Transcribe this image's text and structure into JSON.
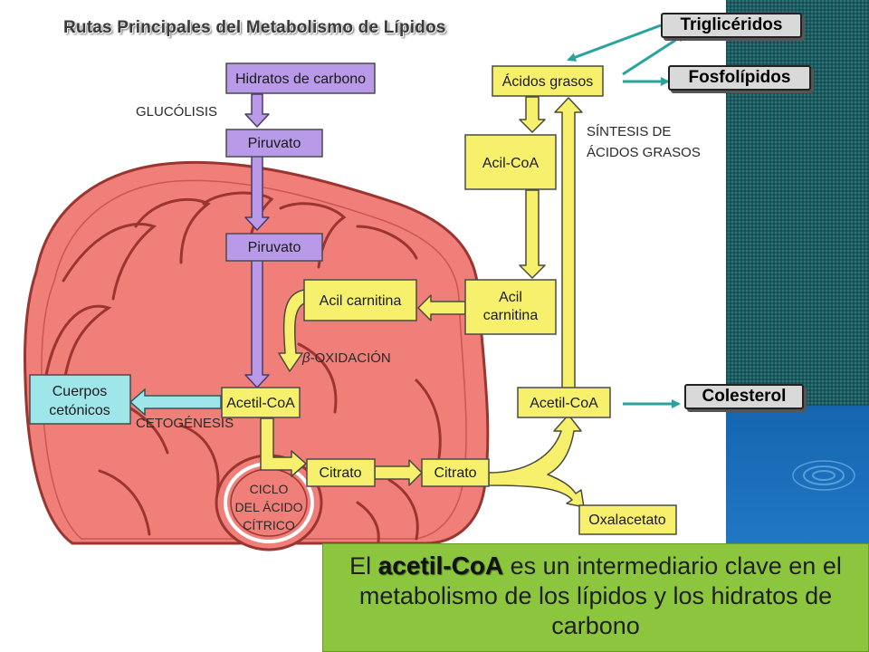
{
  "page_title": "Rutas Principales del Metabolismo de Lípidos",
  "nodes": {
    "hidratos": "Hidratos de carbono",
    "piruvato_1": "Piruvato",
    "piruvato_2": "Piruvato",
    "acidos_grasos": "Ácidos grasos",
    "acil_coa": "Acil-CoA",
    "acil_carnitina_in_l1": "Acil carnitina",
    "acil_carnitina_out_l1": "Acil",
    "acil_carnitina_out_l2": "carnitina",
    "acetil_coa_mito": "Acetil-CoA",
    "acetil_coa_cyto": "Acetil-CoA",
    "cuerpos_l1": "Cuerpos",
    "cuerpos_l2": "cetónicos",
    "citrato_mito": "Citrato",
    "citrato_cyto": "Citrato",
    "oxalacetato": "Oxalacetato"
  },
  "labels": {
    "glucolisis": "GLUCÓLISIS",
    "sintesis_l1": "SÍNTESIS DE",
    "sintesis_l2": "ÁCIDOS GRASOS",
    "beta_symbol": "β",
    "beta_text": "-OXIDACIÓN",
    "cetogenesis": "CETOGÉNESIS",
    "ciclo_l1": "CICLO",
    "ciclo_l2": "DEL ÁCIDO",
    "ciclo_l3": "CÍTRICO"
  },
  "badges": {
    "trigliceridos": "Triglicéridos",
    "fosfolipidos": "Fosfolípidos",
    "colesterol": "Colesterol"
  },
  "caption": {
    "before": "El ",
    "highlight": "acetil-CoA",
    "after": " es un intermediario clave en el metabolismo de los lípidos y los hidratos de carbono"
  },
  "colors": {
    "background_teal": "#1f5f63",
    "background_blue": "#1a78c2",
    "mitochondrion": "#f07f79",
    "purple_box": "#b89ae8",
    "yellow_box": "#f6f06c",
    "cyan_box": "#9fe6ea",
    "arrow_teal": "#2aa39c",
    "caption_green": "#8cc63f"
  }
}
